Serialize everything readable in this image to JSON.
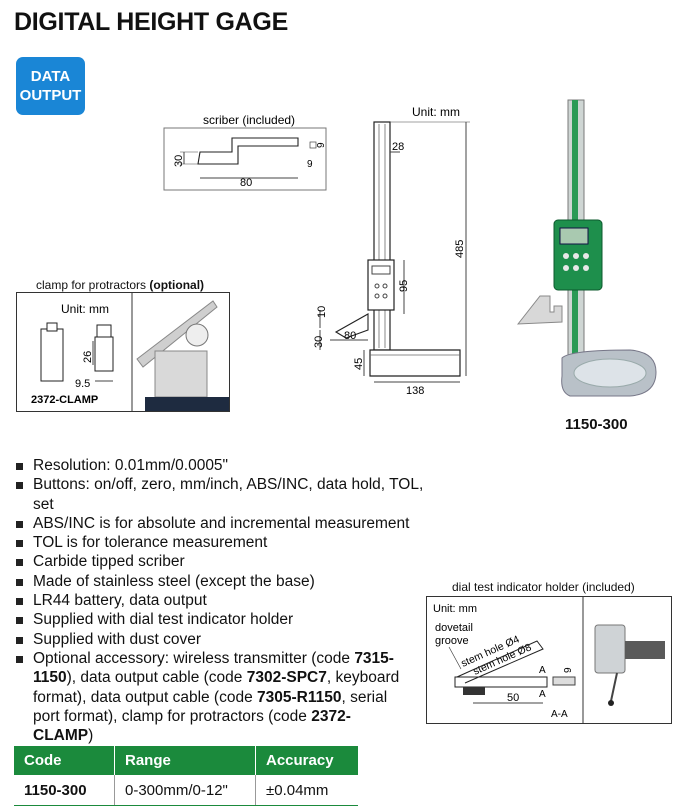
{
  "title": "DIGITAL HEIGHT GAGE",
  "badge": {
    "line1": "DATA",
    "line2": "OUTPUT"
  },
  "unit_label": "Unit: mm",
  "scriber": {
    "caption": "scriber (included)",
    "dims": [
      "30",
      "80",
      "9",
      "9"
    ]
  },
  "main_drawing": {
    "dims": [
      "28",
      "485",
      "95",
      "10",
      "30",
      "80",
      "45",
      "138"
    ]
  },
  "clamp": {
    "caption_prefix": "clamp for protractors ",
    "caption_optional": "(optional)",
    "unit": "Unit: mm",
    "dims": [
      "26",
      "9.5"
    ],
    "model": "2372-CLAMP"
  },
  "product_model": "1150-300",
  "features": [
    "Resolution: 0.01mm/0.0005\"",
    "Buttons: on/off, zero, mm/inch, ABS/INC, data hold, TOL, set",
    "ABS/INC is for absolute and incremental measurement",
    "TOL is for tolerance measurement",
    "Carbide tipped scriber",
    "Made of stainless steel (except the base)",
    "LR44 battery, data output",
    "Supplied with dial test indicator holder",
    "Supplied with dust cover"
  ],
  "optional": {
    "p1": "Optional accessory: wireless transmitter (code ",
    "c1": "7315-1150",
    "p2": "), data output cable (code ",
    "c2": "7302-SPC7",
    "p3": ", keyboard format), data output cable (code ",
    "c3": "7305-R1150",
    "p4": ", serial port format), clamp for protractors (code ",
    "c4": "2372-CLAMP",
    "p5": ")"
  },
  "holder": {
    "caption": "dial test indicator holder (included)",
    "unit": "Unit: mm",
    "dovetail1": "dovetail",
    "dovetail2": "groove",
    "stem4": "stem hole Ø4",
    "stem8": "stem hole Ø8",
    "dims": [
      "50",
      "9",
      "A",
      "A",
      "A-A"
    ]
  },
  "table": {
    "headers": [
      "Code",
      "Range",
      "Accuracy"
    ],
    "rows": [
      [
        "1150-300",
        "0-300mm/0-12\"",
        "±0.04mm"
      ]
    ]
  },
  "colors": {
    "badge_blue": "#1a86d6",
    "table_green": "#1b8a3c"
  }
}
